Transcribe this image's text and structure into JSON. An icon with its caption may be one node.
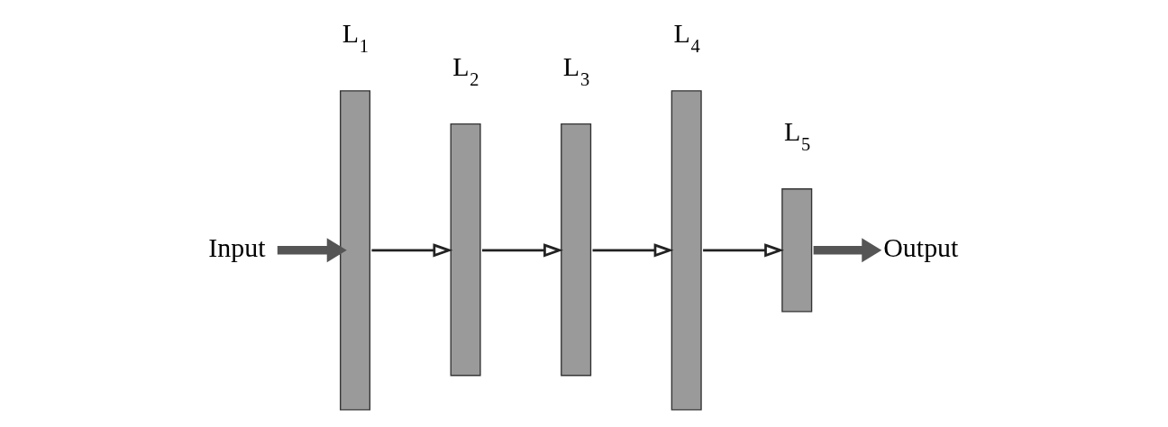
{
  "diagram": {
    "nodes": [
      {
        "text": [
          "Input"
        ]
      },
      {
        "text": [
          "L$_{1}$"
        ]
      },
      {
        "text": [
          "L$_{2}$"
        ]
      },
      {
        "text": [
          "L$_{3}$"
        ]
      },
      {
        "text": [
          "L$_{4}$"
        ]
      },
      {
        "text": [
          "L$_{5}$"
        ]
      },
      {
        "text": [
          "Output"
        ]
      }
    ],
    "edges": [
      {
        "from": 0,
        "to": 1,
        "arrow": "to",
        "style": "thick",
        "color": "#555555"
      },
      {
        "from": 1,
        "to": 2,
        "arrow": "to"
      },
      {
        "from": 2,
        "to": 3,
        "arrow": "to"
      },
      {
        "from": 3,
        "to": 4,
        "arrow": "to"
      },
      {
        "from": 4,
        "to": 5,
        "arrow": "to"
      },
      {
        "from": 5,
        "to": 6,
        "arrow": "to",
        "style": "thick",
        "color": "#555555"
      }
    ]
  }
}
